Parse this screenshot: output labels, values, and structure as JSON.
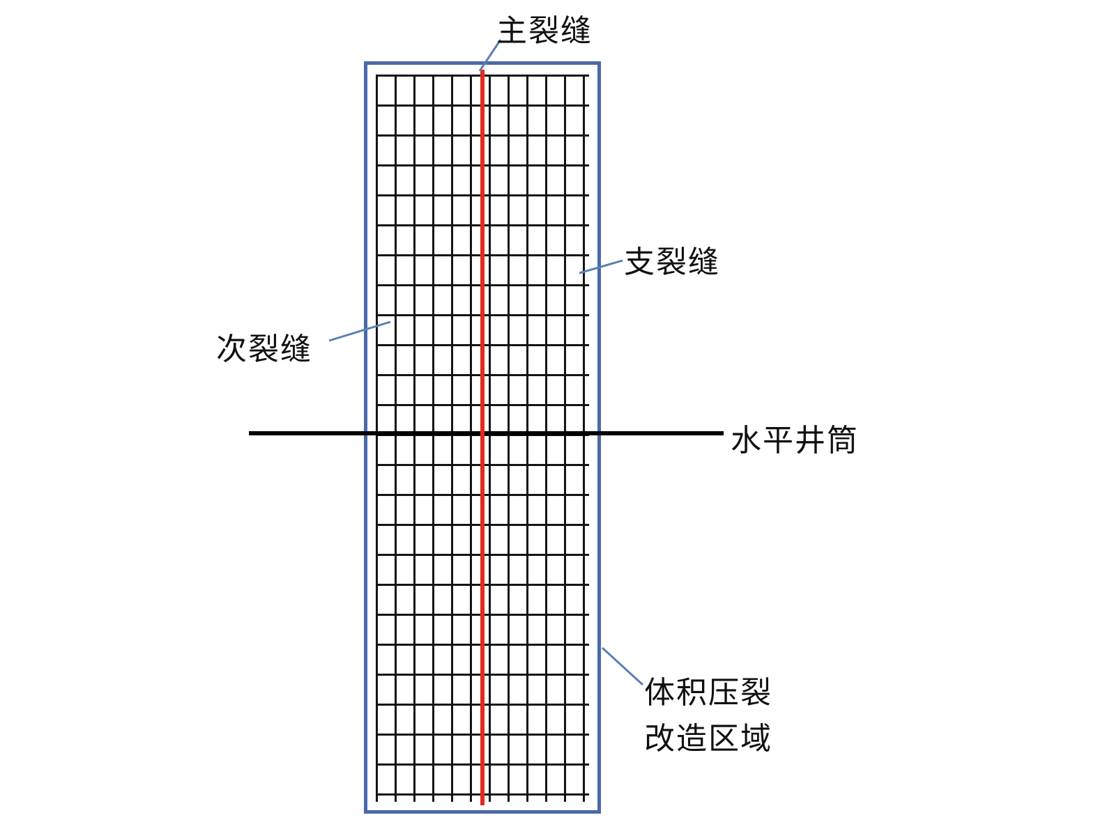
{
  "figure": {
    "labels": {
      "main_fracture": "主裂缝",
      "branch_fracture": "支裂缝",
      "secondary_fracture": "次裂缝",
      "horizontal_wellbore": "水平井筒",
      "stimulated_zone_line1": "体积压裂",
      "stimulated_zone_line2": "改造区域"
    },
    "colors": {
      "main_fracture": "#e02b20",
      "zone_border": "#4a69a8",
      "grid_line": "#141414",
      "wellbore": "#000000",
      "leader": "#5b7fb5",
      "background": "#ffffff"
    },
    "grid": {
      "vertical_line_count": 12,
      "horizontal_line_count": 25,
      "description": "fracture network grid inside stimulated reservoir volume"
    }
  }
}
